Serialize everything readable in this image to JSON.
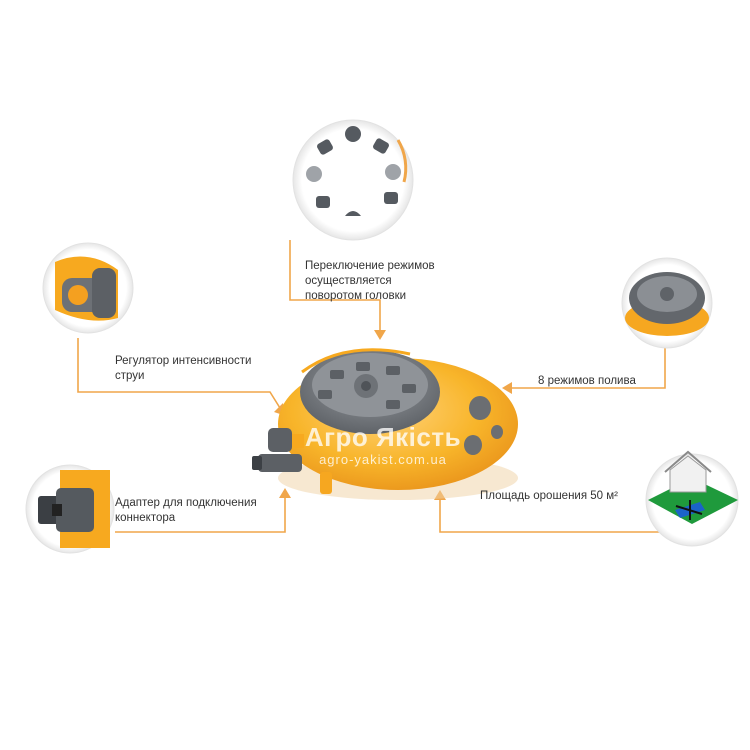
{
  "labels": {
    "modes_switch": "Переключение режимов\n осуществляется\nповоротом головки",
    "regulator": "Регулятор интенсивности\nструи",
    "eight_modes": "8 режимов полива",
    "adapter": "Адаптер для подключения\nконнектора",
    "area": "Площадь орошения 50 м²"
  },
  "watermark": {
    "brand": "Агро Якість",
    "site": "agro-yakist.com.ua"
  },
  "colors": {
    "accent_orange": "#f5a02a",
    "body_yellow": "#f7b21c",
    "head_gray": "#6e7277",
    "callout_line": "#f0a64a"
  }
}
